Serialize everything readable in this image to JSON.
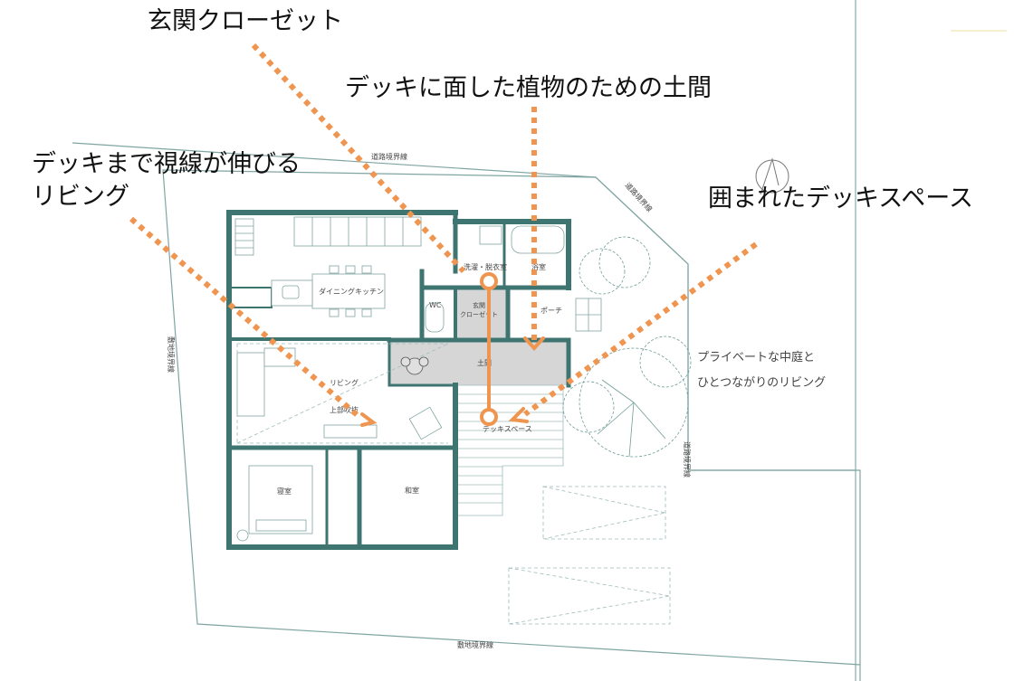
{
  "callouts": {
    "entrance_closet": "玄関クローゼット",
    "plant_doma": "デッキに面した植物のための土間",
    "living_line1": "デッキまで視線が伸びる",
    "living_line2": "リビング",
    "deck_space": "囲まれたデッキスペース"
  },
  "note": {
    "line1": "プライベートな中庭と",
    "line2": "ひとつながりのリビング"
  },
  "boundaries": {
    "road_top": "道路境界線",
    "road_top_right": "道路境界線",
    "site_left": "敷地境界線",
    "road_right": "道路境界線",
    "site_bottom": "敷地境界線"
  },
  "rooms": {
    "dining_kitchen": "ダイニングキッチン",
    "washroom": "洗濯・脱衣室",
    "bath": "浴室",
    "wc": "WC",
    "closet_l1": "玄関",
    "closet_l2": "クローゼット",
    "porch": "ポーチ",
    "doma": "土間",
    "living": "リビング",
    "void": "上部吹抜",
    "deck": "デッキスペース",
    "bedroom": "寝室",
    "japanese_room": "和室"
  },
  "colors": {
    "wall": "#3f7571",
    "accent": "#ef9550",
    "doma_fill": "#d6d6d6",
    "line": "#7fa5a2"
  }
}
